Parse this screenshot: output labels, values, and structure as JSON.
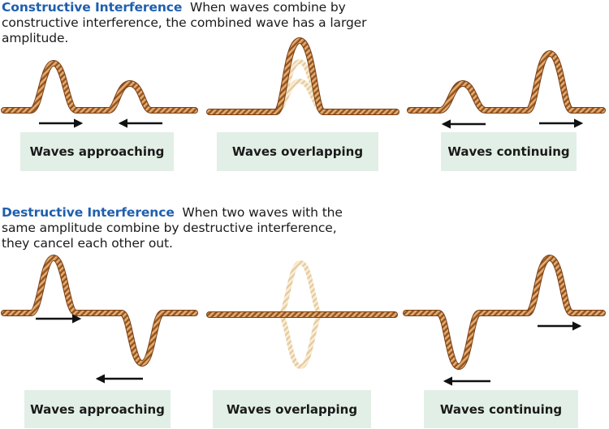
{
  "constructive": {
    "title": "Constructive Interference",
    "description": "When waves combine by constructive interference, the combined wave has a larger amplitude.",
    "labels": [
      "Waves approaching",
      "Waves overlapping",
      "Waves continuing"
    ]
  },
  "destructive": {
    "title": "Destructive Interference",
    "description": "When two waves with the same amplitude combine by destructive interference, they cancel each other out.",
    "labels": [
      "Waves approaching",
      "Waves overlapping",
      "Waves continuing"
    ]
  },
  "colors": {
    "title_blue": "#1f5fae",
    "rope_dark": "#8a4a1c",
    "rope_mid": "#c98a4a",
    "rope_light": "#edc08a",
    "ghost_rope": "#f0dcb8",
    "label_bg": "#e2efe6",
    "arrow": "#111111"
  },
  "icons": {
    "rope": "braided-rope-wave",
    "arrow": "direction-arrow"
  }
}
